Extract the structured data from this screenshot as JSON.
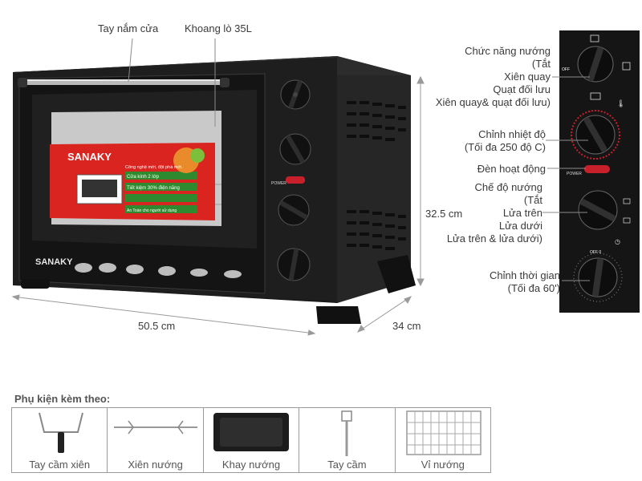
{
  "brand": {
    "name": "SANAKY",
    "color": "#e02020"
  },
  "oven_labels": {
    "handle": "Tay nắm cửa",
    "cavity": "Khoang lò 35L"
  },
  "dimensions": {
    "width": "50.5 cm",
    "depth": "34 cm",
    "height": "32.5 cm"
  },
  "power_label": "POWER",
  "knob_marks": {
    "off": "OFF",
    "off2": "OFF 0"
  },
  "promo_sticker": {
    "line1": "Công nghệ mới, đột phá mới.",
    "line2": "Cửa kính 2 lớp",
    "line3": "Tiết kiệm 30% điện năng",
    "line4": "An Toàn cho người sử dụng"
  },
  "panel_callouts": {
    "function_title": "Chức năng nướng",
    "function_l1": "(Tắt",
    "function_l2": "Xiên quay",
    "function_l3": "Quạt đối lưu",
    "function_l4": "Xiên quay& quạt đối lưu)",
    "temp_l1": "Chỉnh nhiệt độ",
    "temp_l2": "(Tối đa 250 độ C)",
    "light": "Đèn hoạt động",
    "mode_l1": "Chế độ nướng",
    "mode_l2": "(Tắt",
    "mode_l3": "Lửa trên",
    "mode_l4": "Lửa dưới",
    "mode_l5": "Lửa trên & lửa dưới)",
    "timer_l1": "Chỉnh thời gian",
    "timer_l2": "(Tối đa 60')"
  },
  "accessories": {
    "title": "Phụ kiện kèm theo:",
    "items": [
      {
        "name": "Tay cầm xiên",
        "icon": "skewer-handle-icon"
      },
      {
        "name": "Xiên nướng",
        "icon": "rotisserie-spit-icon"
      },
      {
        "name": "Khay nướng",
        "icon": "baking-tray-icon"
      },
      {
        "name": "Tay cầm",
        "icon": "tray-handle-icon"
      },
      {
        "name": "Vỉ nướng",
        "icon": "wire-rack-icon"
      }
    ]
  },
  "colors": {
    "oven_body": "#1e1e1e",
    "accent_red": "#c8202a",
    "sticker_red": "#d9241f",
    "window": "#cfcfcf"
  }
}
